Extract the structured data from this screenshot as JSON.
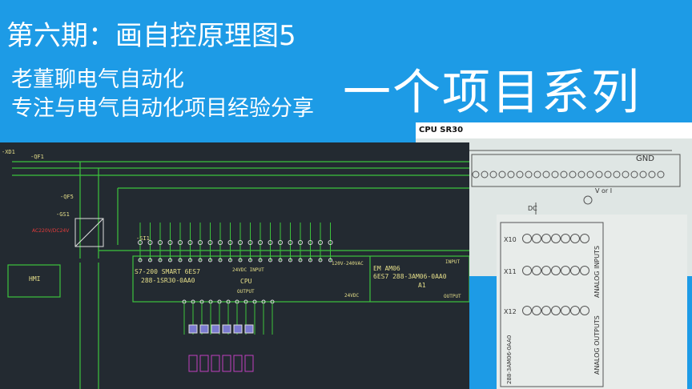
{
  "titles": {
    "episode": "第六期：画自控原理图5",
    "channel": "老董聊电气自动化",
    "slogan": "专注与电气自动化项目经验分享",
    "series": "一个项目系列"
  },
  "panel": {
    "header": "CPU SR30",
    "gnd": "GND",
    "dc": "DC",
    "v_or_i": "V or I",
    "x10": "X10",
    "x11": "X11",
    "x12": "X12",
    "analog_inputs": "ANALOG INPUTS",
    "analog_outputs": "ANALOG OUTPUTS",
    "part": "288-3AM06-0AA0"
  },
  "cad": {
    "qf1": "-QF1",
    "qf5": "-QF5",
    "gs1": "-GS1",
    "psu_spec": "AC220V/DC24V",
    "hmi": "HMI",
    "cpu_model": "S7-200 SMART 6ES7",
    "cpu_part": "288-1SR30-0AA0",
    "cpu": "CPU",
    "input_24": "24VDC INPUT",
    "ac": "120V-240VAC",
    "output": "OUTPUT",
    "dc24": "24VDC",
    "em": "EM AM06",
    "em_part": "6ES7 288-3AM06-0AA0",
    "a1": "A1",
    "em_input": "INPUT",
    "em_output": "OUTPUT",
    "xd1": "-XD1",
    "si1": "-SI1"
  }
}
